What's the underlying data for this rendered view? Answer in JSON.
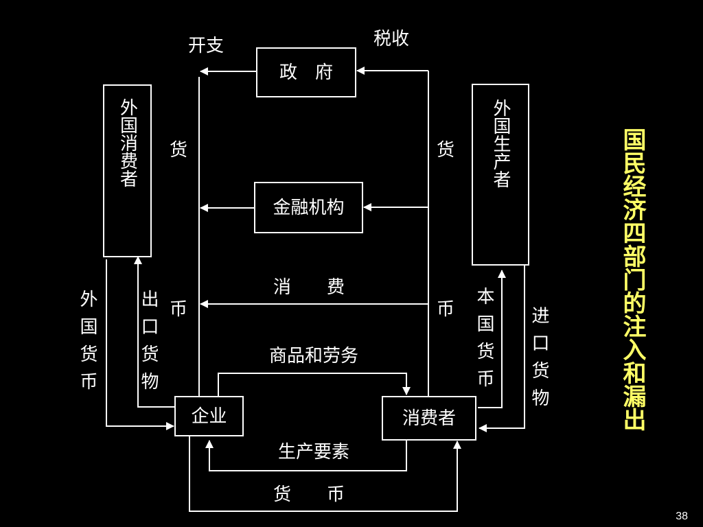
{
  "title": "国民经济四部门的注入和漏出",
  "page_number": "38",
  "nodes": {
    "government": "政　府",
    "financial": "金融机构",
    "foreign_consumer": "外国消费者",
    "foreign_producer": "外国生产者",
    "firm": "企业",
    "consumer": "消费者"
  },
  "labels": {
    "spending": "开支",
    "tax": "税收",
    "money_left": "货",
    "money_left_b": "币",
    "money_right": "货",
    "money_right_b": "币",
    "consumption": "消　　费",
    "goods_services": "商品和劳务",
    "factors": "生产要素",
    "money_bottom": "货　　币",
    "foreign_currency": "外国货币",
    "exports": "出口货物",
    "domestic_currency": "本国货币",
    "imports": "进口货物"
  }
}
